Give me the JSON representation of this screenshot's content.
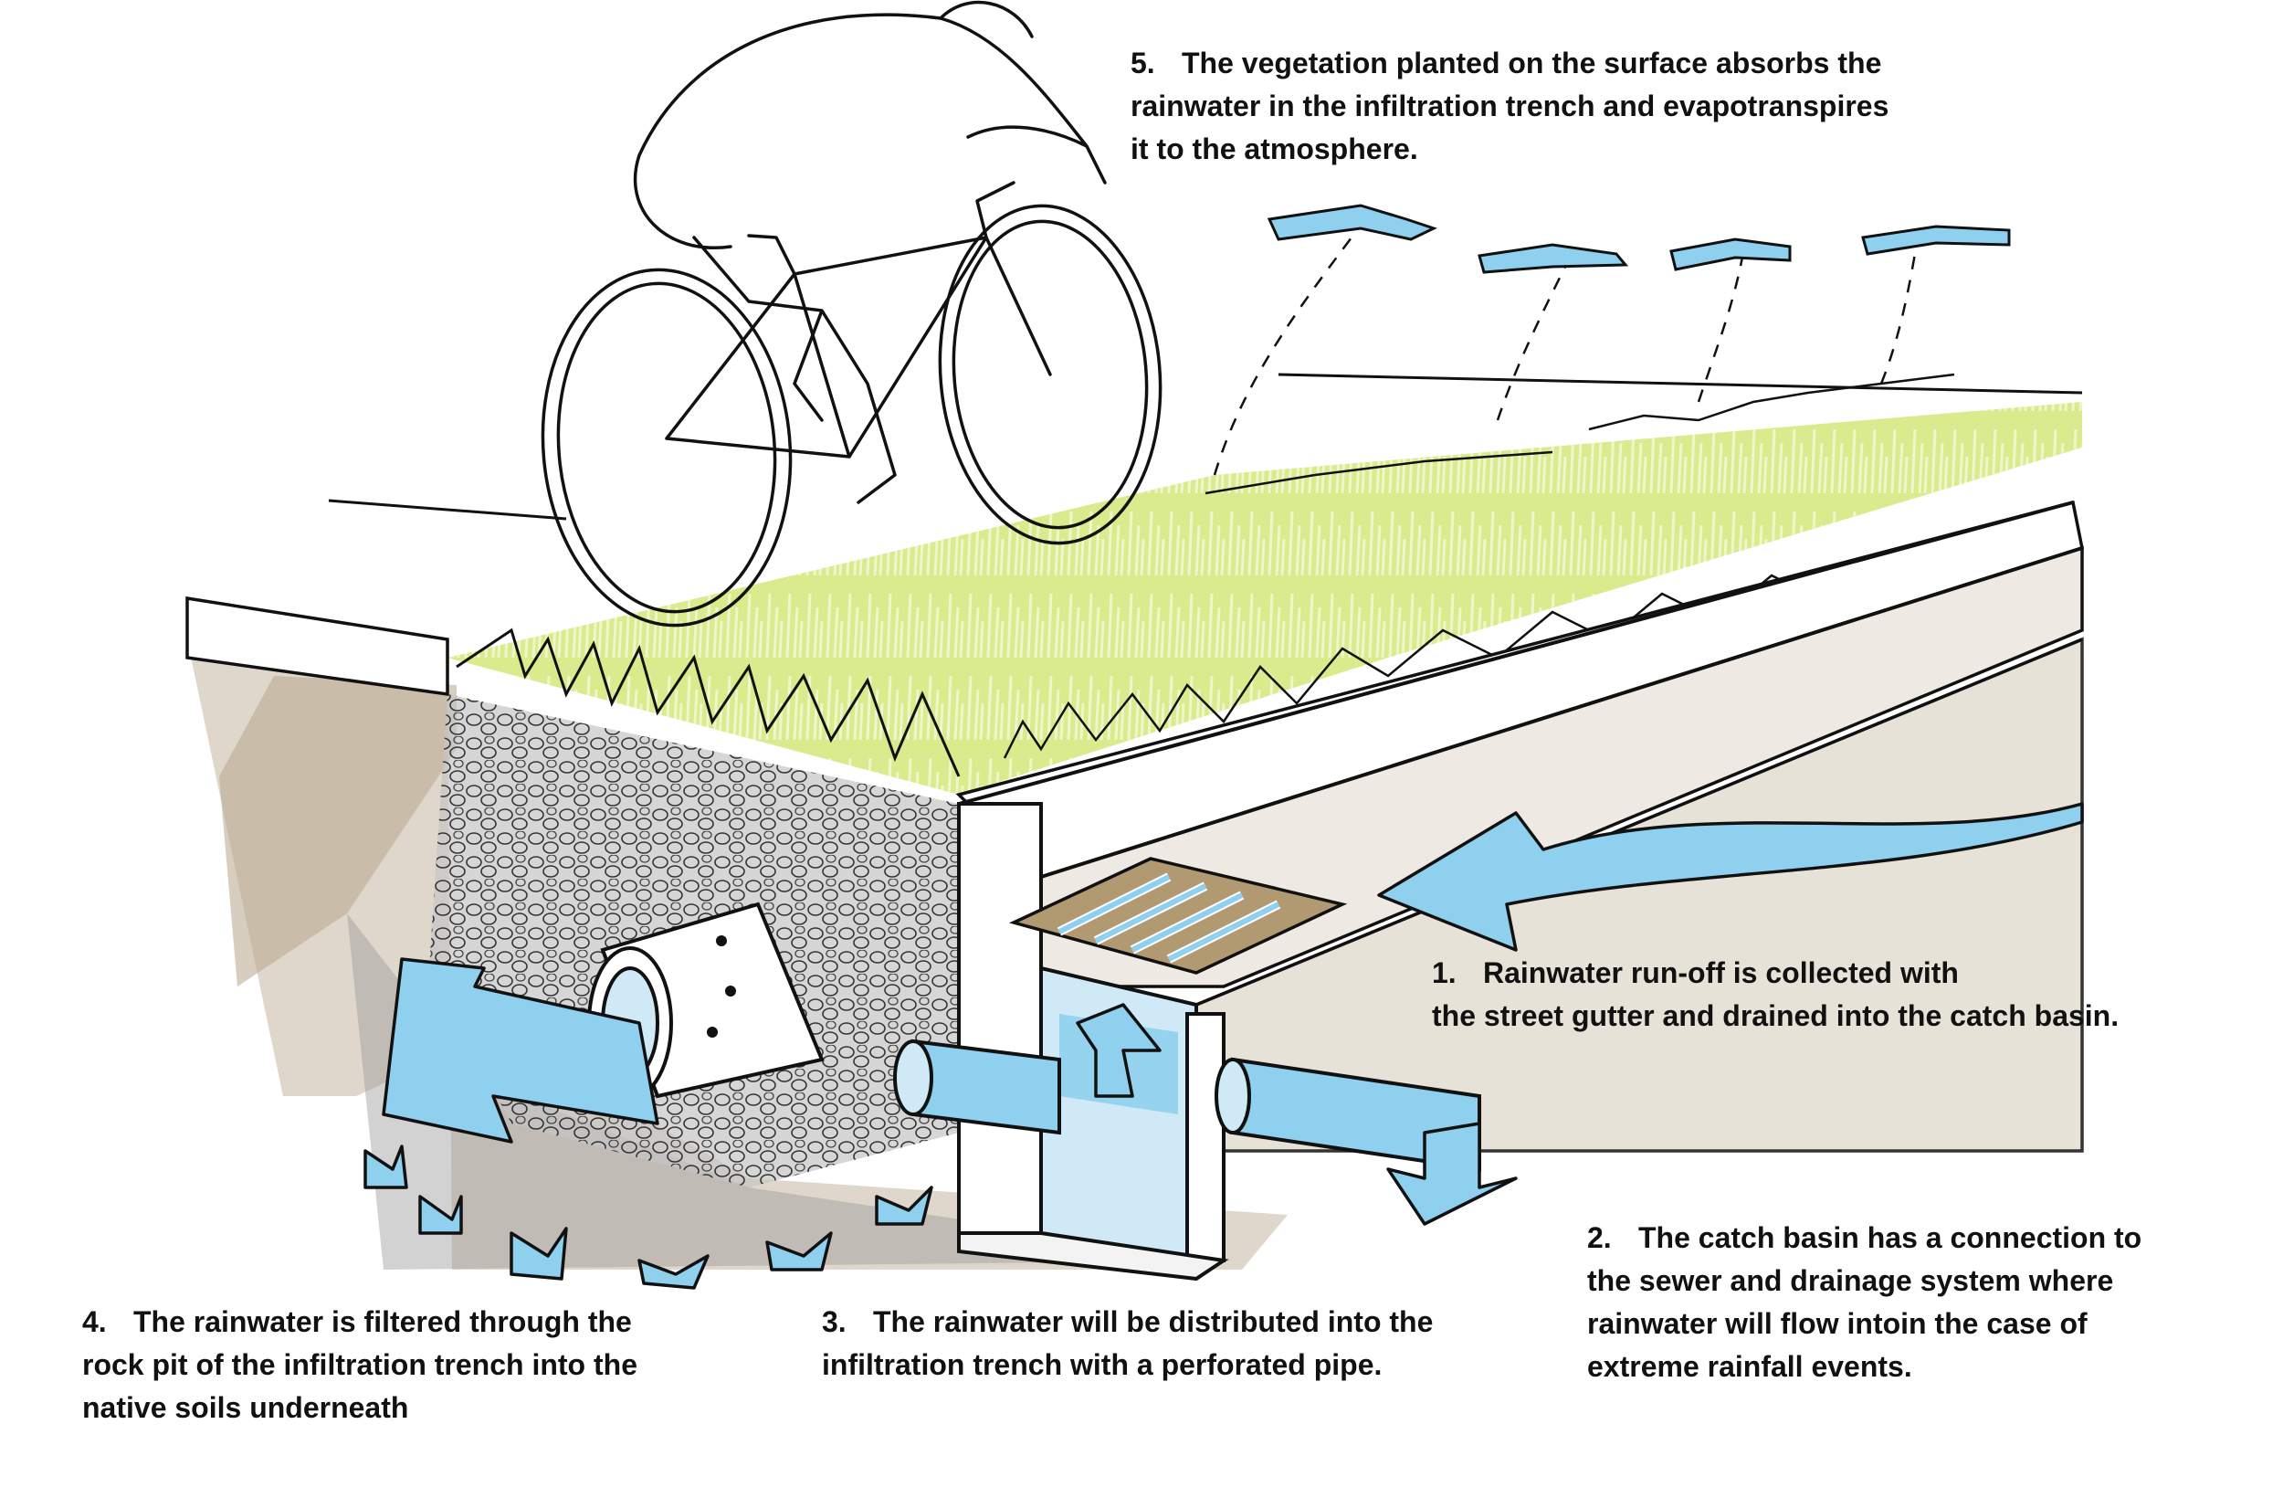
{
  "callouts": {
    "c5": {
      "number": "5.",
      "lines": [
        "The vegetation planted on the surface absorbs the",
        "rainwater in the infiltration trench and evapotranspires",
        "it to the atmosphere."
      ]
    },
    "c1": {
      "number": "1.",
      "lines": [
        "Rainwater run-off is collected with",
        "the street gutter and drained into the catch basin."
      ]
    },
    "c2": {
      "number": "2.",
      "lines": [
        "The catch basin has a connection to",
        "the sewer and drainage system where",
        "rainwater will flow intoin the case of",
        "extreme rainfall events."
      ]
    },
    "c3": {
      "number": "3.",
      "lines": [
        "The rainwater will be distributed into the",
        "infiltration trench with a perforated pipe."
      ]
    },
    "c4": {
      "number": "4.",
      "lines": [
        "The rainwater is filtered through the",
        "rock pit of the infiltration trench into the",
        "native soils underneath"
      ]
    }
  },
  "colors": {
    "water": "#8fd0ee",
    "grass": "#d7ea86",
    "soil": "#b6a68c",
    "gravel": "#8a8a8a",
    "grate": "#b19a72",
    "ink": "#111111"
  }
}
